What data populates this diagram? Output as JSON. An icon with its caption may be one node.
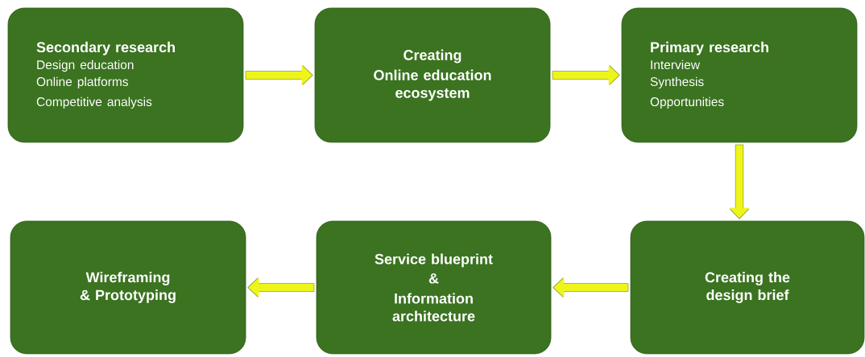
{
  "diagram": {
    "nodes": [
      {
        "text": [
          "Secondary research",
          "Design education",
          "Online platforms",
          "Competitive analysis"
        ]
      },
      {
        "text": [
          "Creating",
          "Online education ecosystem"
        ]
      },
      {
        "text": [
          "Primary research",
          "Interview",
          "Synthesis",
          "Opportunities"
        ]
      },
      {
        "text": [
          "Creating the design brief"
        ]
      },
      {
        "text": [
          "Service blueprint",
          "&",
          "Information architecture"
        ]
      },
      {
        "text": [
          "Wireframing & Prototyping"
        ]
      }
    ],
    "edges": [
      {
        "from": 0,
        "to": 1,
        "arrow": "to"
      },
      {
        "from": 1,
        "to": 2,
        "arrow": "to"
      },
      {
        "from": 2,
        "to": 3,
        "arrow": "to"
      },
      {
        "from": 3,
        "to": 4,
        "arrow": "to"
      },
      {
        "from": 4,
        "to": 5,
        "arrow": "to"
      }
    ]
  }
}
